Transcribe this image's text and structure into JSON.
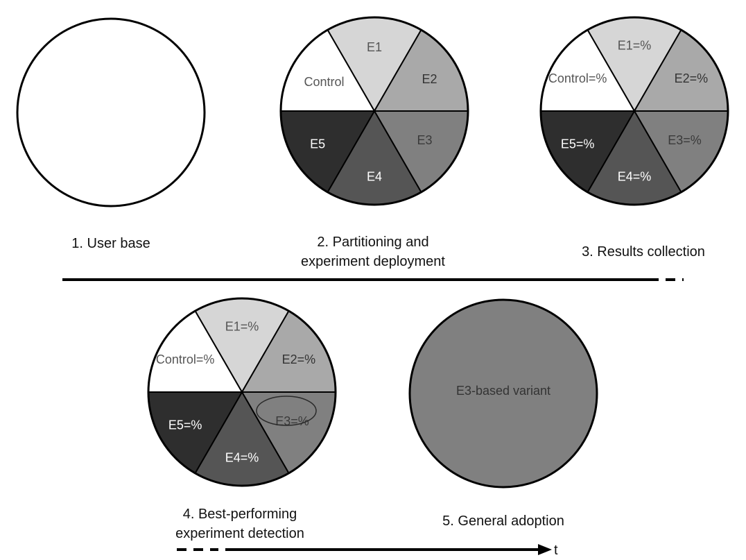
{
  "stages": [
    {
      "id": "user-base",
      "label_lines": [
        "1. User base"
      ]
    },
    {
      "id": "partitioning",
      "label_lines": [
        "2. Partitioning and",
        "experiment deployment"
      ]
    },
    {
      "id": "results-collection",
      "label_lines": [
        "3. Results collection"
      ]
    },
    {
      "id": "best-detection",
      "label_lines": [
        "4. Best-performing",
        "experiment detection"
      ]
    },
    {
      "id": "general-adoption",
      "label_lines": [
        "5. General adoption"
      ]
    }
  ],
  "pies": {
    "partitioning": {
      "slices": [
        {
          "name": "E1",
          "label": "E1",
          "fill": "#d6d6d6",
          "text_color": "#555555"
        },
        {
          "name": "E2",
          "label": "E2",
          "fill": "#a9a9a9",
          "text_color": "#333333"
        },
        {
          "name": "E3",
          "label": "E3",
          "fill": "#808080",
          "text_color": "#3a3a3a"
        },
        {
          "name": "E4",
          "label": "E4",
          "fill": "#555555",
          "text_color": "#ffffff"
        },
        {
          "name": "E5",
          "label": "E5",
          "fill": "#2e2e2e",
          "text_color": "#ffffff"
        },
        {
          "name": "Control",
          "label": "Control",
          "fill": "#ffffff",
          "text_color": "#555555"
        }
      ]
    },
    "results": {
      "slices": [
        {
          "name": "E1",
          "label": "E1=%",
          "fill": "#d6d6d6",
          "text_color": "#555555"
        },
        {
          "name": "E2",
          "label": "E2=%",
          "fill": "#a9a9a9",
          "text_color": "#333333"
        },
        {
          "name": "E3",
          "label": "E3=%",
          "fill": "#808080",
          "text_color": "#3a3a3a"
        },
        {
          "name": "E4",
          "label": "E4=%",
          "fill": "#555555",
          "text_color": "#ffffff"
        },
        {
          "name": "E5",
          "label": "E5=%",
          "fill": "#2e2e2e",
          "text_color": "#ffffff"
        },
        {
          "name": "Control",
          "label": "Control=%",
          "fill": "#ffffff",
          "text_color": "#555555"
        }
      ]
    },
    "detection": {
      "slices": [
        {
          "name": "E1",
          "label": "E1=%",
          "fill": "#d6d6d6",
          "text_color": "#555555"
        },
        {
          "name": "E2",
          "label": "E2=%",
          "fill": "#a9a9a9",
          "text_color": "#333333"
        },
        {
          "name": "E3",
          "label": "E3=%",
          "fill": "#808080",
          "text_color": "#3a3a3a",
          "highlighted": true
        },
        {
          "name": "E4",
          "label": "E4=%",
          "fill": "#555555",
          "text_color": "#ffffff"
        },
        {
          "name": "E5",
          "label": "E5=%",
          "fill": "#2e2e2e",
          "text_color": "#ffffff"
        },
        {
          "name": "Control",
          "label": "Control=%",
          "fill": "#ffffff",
          "text_color": "#555555"
        }
      ]
    }
  },
  "adoption": {
    "label": "E3-based variant",
    "fill": "#808080",
    "text_color": "#333333"
  },
  "user_base_fill": "#ffffff",
  "timeline": {
    "axis_label": "t",
    "line_style": "solid then dashed"
  }
}
